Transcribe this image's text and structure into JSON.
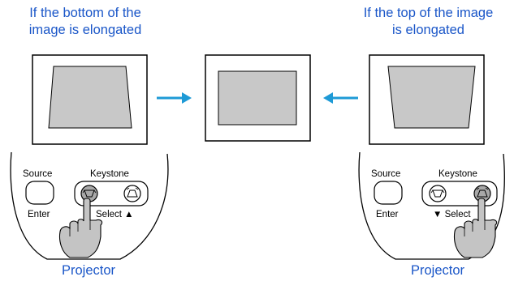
{
  "captions": {
    "left": [
      "If the bottom of the",
      "image is elongated"
    ],
    "right": [
      "If the top of the image",
      "is elongated"
    ]
  },
  "projector": {
    "left": {
      "source": "Source",
      "enter": "Enter",
      "keystone": "Keystone",
      "select": "Select ▲",
      "label": "Projector"
    },
    "right": {
      "source": "Source",
      "enter": "Enter",
      "keystone": "Keystone",
      "select": "▼ Select",
      "label": "Projector"
    }
  },
  "colors": {
    "caption": "#1a56c8",
    "arrow": "#1e9ad6",
    "image_fill": "#c8c8c8",
    "pressed_button": "#a8a8a8"
  }
}
